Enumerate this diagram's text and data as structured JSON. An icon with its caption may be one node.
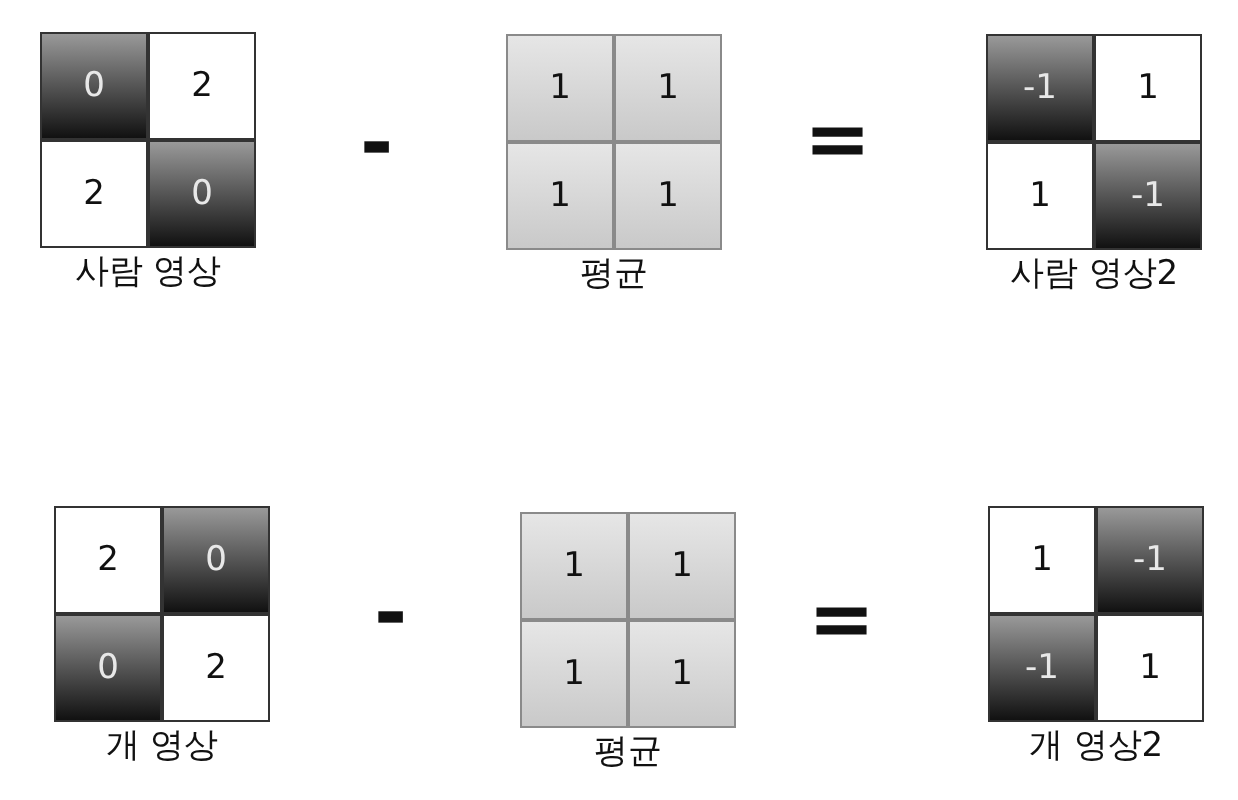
{
  "diagram": {
    "nodes": [
      {
        "text": [
          "사람 영상"
        ]
      },
      {
        "text": [
          "0"
        ],
        "in": 0
      },
      {
        "text": [
          "2"
        ],
        "in": 0
      },
      {
        "text": [
          "2"
        ],
        "in": 0
      },
      {
        "text": [
          "0"
        ],
        "in": 0
      },
      {
        "text": [
          "평균"
        ]
      },
      {
        "text": [
          "1"
        ],
        "in": 5
      },
      {
        "text": [
          "1"
        ],
        "in": 5
      },
      {
        "text": [
          "1"
        ],
        "in": 5
      },
      {
        "text": [
          "1"
        ],
        "in": 5
      },
      {
        "text": [
          "사람 영상2"
        ]
      },
      {
        "text": [
          "-1"
        ],
        "in": 10
      },
      {
        "text": [
          "1"
        ],
        "in": 10
      },
      {
        "text": [
          "1"
        ],
        "in": 10
      },
      {
        "text": [
          "-1"
        ],
        "in": 10
      },
      {
        "text": [
          "개 영상"
        ]
      },
      {
        "text": [
          "2"
        ],
        "in": 15
      },
      {
        "text": [
          "0"
        ],
        "in": 15
      },
      {
        "text": [
          "0"
        ],
        "in": 15
      },
      {
        "text": [
          "2"
        ],
        "in": 15
      },
      {
        "text": [
          "평균"
        ]
      },
      {
        "text": [
          "1"
        ],
        "in": 20
      },
      {
        "text": [
          "1"
        ],
        "in": 20
      },
      {
        "text": [
          "1"
        ],
        "in": 20
      },
      {
        "text": [
          "1"
        ],
        "in": 20
      },
      {
        "text": [
          "개 영상2"
        ]
      },
      {
        "text": [
          "1"
        ],
        "in": 25
      },
      {
        "text": [
          "-1"
        ],
        "in": 25
      },
      {
        "text": [
          "-1"
        ],
        "in": 25
      },
      {
        "text": [
          "1"
        ],
        "in": 25
      }
    ],
    "labels": [
      "-",
      "=",
      "-",
      "="
    ]
  }
}
